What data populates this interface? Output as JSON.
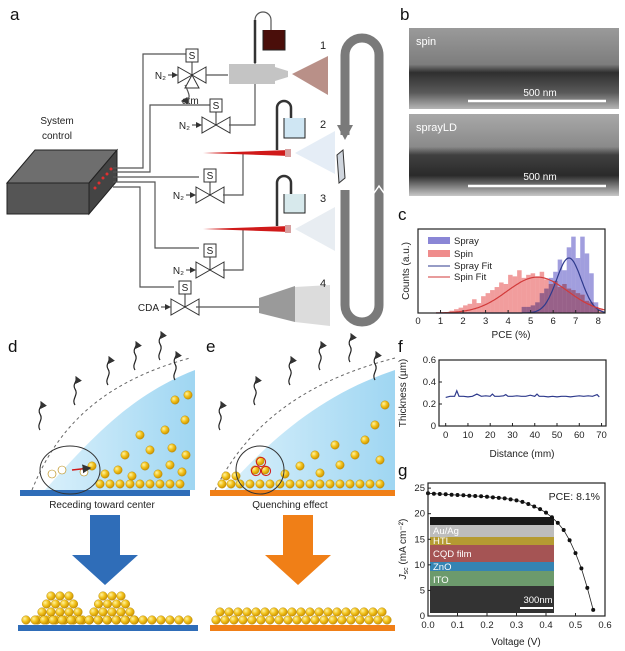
{
  "panels": {
    "a": {
      "label": "a",
      "system_control": [
        "System",
        "control"
      ],
      "gas_labels": [
        "N₂",
        "N₂",
        "N₂",
        "N₂",
        "CDA"
      ],
      "valve_label": "S",
      "atm_label": "atm",
      "nozzle_numbers": [
        "1",
        "2",
        "3",
        "4"
      ]
    },
    "b": {
      "label": "b",
      "images": [
        {
          "name": "spin",
          "scale": "500 nm"
        },
        {
          "name": "sprayLD",
          "scale": "500 nm"
        }
      ]
    },
    "c": {
      "label": "c"
    },
    "d": {
      "label": "d",
      "caption": "Receding toward center"
    },
    "e": {
      "label": "e",
      "caption": "Quenching effect"
    },
    "f": {
      "label": "f"
    },
    "g": {
      "label": "g",
      "inset_layers": [
        "Au/Ag",
        "HTL",
        "CQD film",
        "ZnO",
        "ITO"
      ],
      "inset_scale": "300nm"
    }
  },
  "colors": {
    "spray": "#8a86d6",
    "spin": "#ef8c8c",
    "spray_fit": "#2e3a8c",
    "spin_fit": "#d23a3a",
    "blue_arrow": "#2f6db8",
    "orange_arrow": "#f07f17",
    "particle": "#f2c21b"
  },
  "chart_data": [
    {
      "panel": "c",
      "type": "bar",
      "xlabel": "PCE (%)",
      "ylabel": "Counts (a.u.)",
      "xlim": [
        0,
        8.3
      ],
      "ylim": [
        0,
        11
      ],
      "xticks": [
        "0",
        "1",
        "2",
        "3",
        "4",
        "5",
        "6",
        "7",
        "8"
      ],
      "legend": [
        "Spray",
        "Spin",
        "Spray Fit",
        "Spin Fit"
      ],
      "legend_position": "top-left",
      "bin_width": 0.2,
      "series": [
        {
          "name": "Spin",
          "bin_centers": [
            1.5,
            1.7,
            1.9,
            2.1,
            2.3,
            2.5,
            2.7,
            2.9,
            3.1,
            3.3,
            3.5,
            3.7,
            3.9,
            4.1,
            4.3,
            4.5,
            4.7,
            4.9,
            5.1,
            5.3,
            5.5,
            5.7,
            5.9,
            6.1,
            6.3,
            6.5,
            6.7,
            6.9,
            7.1,
            7.3,
            7.5,
            7.7,
            7.9,
            8.1
          ],
          "values": [
            0.3,
            0.5,
            0.7,
            1,
            1.2,
            1.8,
            1.3,
            2.2,
            2.6,
            3,
            3.4,
            4,
            3.8,
            5,
            4.8,
            5.6,
            4.6,
            5,
            5.2,
            4.8,
            5.4,
            4.4,
            3.8,
            4.2,
            3.4,
            3.8,
            3.2,
            3,
            2.6,
            2.4,
            1.6,
            1.4,
            0.8,
            0.6
          ]
        },
        {
          "name": "Spray",
          "bin_centers": [
            4.7,
            4.9,
            5.1,
            5.3,
            5.5,
            5.7,
            5.9,
            6.1,
            6.3,
            6.5,
            6.7,
            6.9,
            7.1,
            7.3,
            7.5,
            7.7,
            7.9
          ],
          "values": [
            0.8,
            0.8,
            1,
            1.4,
            2.6,
            3.2,
            4.6,
            5.4,
            7,
            5.6,
            8.6,
            10,
            7.2,
            10,
            7.8,
            5.2,
            1.4
          ]
        }
      ],
      "fits": [
        {
          "name": "Spray Fit",
          "mean": 6.7,
          "sd": 0.55,
          "peak": 7.2
        },
        {
          "name": "Spin Fit",
          "mean": 5.3,
          "sd": 1.35,
          "peak": 4.7
        }
      ]
    },
    {
      "panel": "f",
      "type": "line",
      "xlabel": "Distance (mm)",
      "ylabel": "Thickness (µm)",
      "xlim": [
        -3,
        72
      ],
      "ylim": [
        0,
        0.6
      ],
      "xticks": [
        "0",
        "10",
        "20",
        "30",
        "40",
        "50",
        "60",
        "70"
      ],
      "yticks": [
        "0",
        "0.2",
        "0.4",
        "0.6"
      ],
      "x": [
        0,
        2,
        4,
        5,
        6,
        8,
        10,
        12,
        14,
        16,
        18,
        20,
        21,
        22,
        24,
        26,
        27,
        28,
        30,
        32,
        34,
        36,
        38,
        40,
        41,
        42,
        44,
        46,
        48,
        50,
        52,
        54,
        56,
        58,
        60,
        62,
        64,
        66,
        68,
        69
      ],
      "y": [
        0.26,
        0.27,
        0.27,
        0.32,
        0.27,
        0.27,
        0.265,
        0.27,
        0.29,
        0.27,
        0.275,
        0.27,
        0.29,
        0.27,
        0.27,
        0.275,
        0.285,
        0.27,
        0.27,
        0.275,
        0.27,
        0.27,
        0.28,
        0.27,
        0.29,
        0.27,
        0.27,
        0.265,
        0.27,
        0.265,
        0.27,
        0.27,
        0.265,
        0.27,
        0.275,
        0.27,
        0.275,
        0.27,
        0.285,
        0.265
      ]
    },
    {
      "panel": "g",
      "type": "scatter",
      "xlabel": "Voltage (V)",
      "ylabel_main": "J",
      "ylabel_sub": "sc",
      "ylabel_unit": " (mA cm⁻²)",
      "xlim": [
        0,
        0.6
      ],
      "ylim": [
        0,
        26
      ],
      "xticks": [
        "0.0",
        "0.1",
        "0.2",
        "0.3",
        "0.4",
        "0.5",
        "0.6"
      ],
      "yticks": [
        "0",
        "5",
        "10",
        "15",
        "20",
        "25"
      ],
      "annotation": "PCE: 8.1%",
      "x": [
        0,
        0.02,
        0.04,
        0.06,
        0.08,
        0.1,
        0.12,
        0.14,
        0.16,
        0.18,
        0.2,
        0.22,
        0.24,
        0.26,
        0.28,
        0.3,
        0.32,
        0.34,
        0.36,
        0.38,
        0.4,
        0.42,
        0.44,
        0.46,
        0.48,
        0.5,
        0.52,
        0.54,
        0.56
      ],
      "y": [
        24,
        23.9,
        23.85,
        23.8,
        23.7,
        23.65,
        23.6,
        23.5,
        23.45,
        23.4,
        23.3,
        23.2,
        23.1,
        23,
        22.8,
        22.6,
        22.3,
        21.9,
        21.4,
        20.9,
        20.2,
        19.3,
        18.2,
        16.8,
        14.8,
        12.3,
        9.3,
        5.5,
        1.2
      ]
    }
  ]
}
